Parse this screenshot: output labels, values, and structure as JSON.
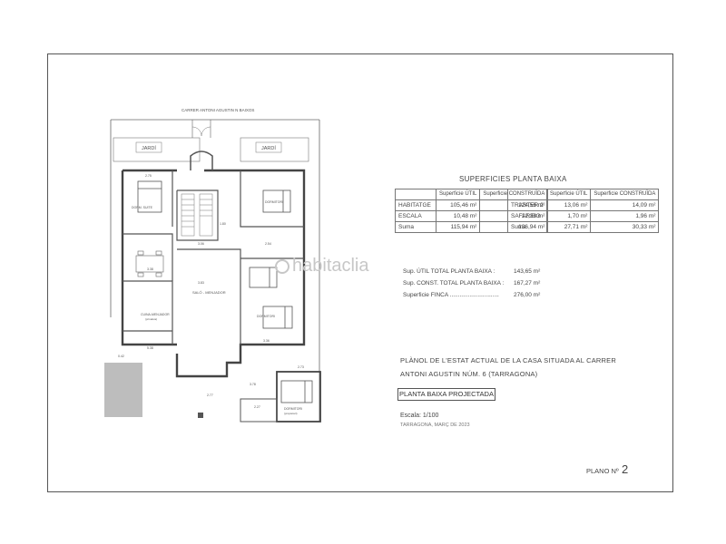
{
  "plan": {
    "street_label": "CARRER ANTONI AGUSTIN N BAIXOS",
    "rooms": {
      "jardi_left": "JARDÍ",
      "jardi_right": "JARDÍ",
      "dorm_suite": "DORM. SUITE",
      "dorm_top_right": "DORMITORI",
      "dorm_mid_right": "DORMITORI",
      "salo": "SALÓ - MENJADOR",
      "cuina": "CUINA-MENJADOR",
      "cuina_sub": "(privativa)",
      "dorm_bottom": "DORMITORI",
      "dorm_bottom_sub": "(propietari)"
    },
    "dims": [
      "2.75",
      "1.80",
      "3.06",
      "2.54",
      "3.38",
      "3.83",
      "5.38",
      "3.36",
      "0.42",
      "2.73",
      "2.77",
      "3.78",
      "2.27"
    ]
  },
  "superficies": {
    "title": "SUPERFICIES PLANTA BAIXA",
    "left_table": {
      "headers": [
        "",
        "Superficie ÚTIL",
        "Superficie CONSTRUÏDA"
      ],
      "rows": [
        [
          "HABITATGE",
          "105,46 m²",
          "124,56 m²"
        ],
        [
          "ESCALA",
          "10,48 m²",
          "12,38 m²"
        ],
        [
          "Suma",
          "115,94 m²",
          "136,94 m²"
        ]
      ]
    },
    "right_table": {
      "headers": [
        "",
        "Superficie ÚTIL",
        "Superficie CONSTRUÏDA"
      ],
      "rows": [
        [
          "TRASTER 2",
          "13,06 m²",
          "14,09 m²"
        ],
        [
          "SAFAREIG",
          "1,70 m²",
          "1,96 m²"
        ],
        [
          "Suma",
          "27,71 m²",
          "30,33 m²"
        ]
      ]
    },
    "totals": [
      {
        "label": "Sup. ÚTIL TOTAL PLANTA BAIXA :",
        "value": "143,65 m²"
      },
      {
        "label": "Sup. CONST. TOTAL PLANTA BAIXA :",
        "value": "167,27 m²"
      },
      {
        "label": "Superficie FINCA ..............................",
        "value": "276,00 m²"
      }
    ]
  },
  "title_block": {
    "line1": "PLÀNOL DE L'ESTAT ACTUAL DE LA CASA SITUADA AL CARRER",
    "line2": "ANTONI AGUSTIN NÚM. 6 (TARRAGONA)",
    "projected": "PLANTA BAIXA PROJECTADA",
    "scale": "Escala: 1/100",
    "place_date": "TARRAGONA, MARÇ DE 2023",
    "plano_label": "PLANO Nº",
    "plano_number": "2"
  },
  "watermark": "habitaclia"
}
